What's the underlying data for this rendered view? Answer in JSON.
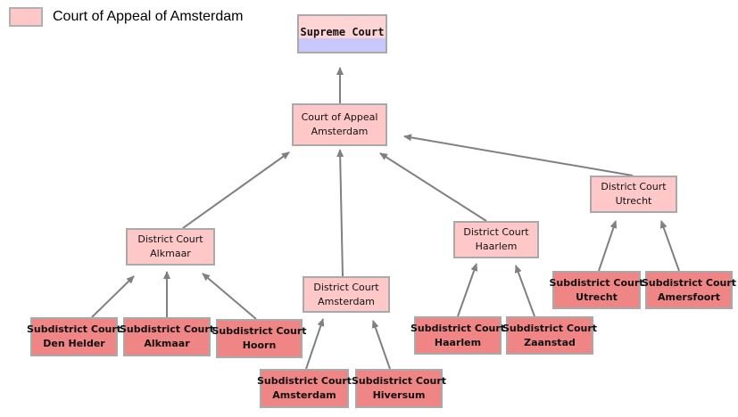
{
  "legend": {
    "label": "Court of Appeal of Amsterdam"
  },
  "nodes": {
    "supreme": {
      "line1": "Supreme Court",
      "line2": ""
    },
    "appeal": {
      "line1": "Court of Appeal",
      "line2": "Amsterdam"
    },
    "alkmaar": {
      "line1": "District Court",
      "line2": "Alkmaar"
    },
    "amsterdam": {
      "line1": "District Court",
      "line2": "Amsterdam"
    },
    "haarlem": {
      "line1": "District Court",
      "line2": "Haarlem"
    },
    "utrecht": {
      "line1": "District Court",
      "line2": "Utrecht"
    },
    "sub_denhelder": {
      "line1": "Subdistrict Court",
      "line2": "Den Helder"
    },
    "sub_alkmaar": {
      "line1": "Subdistrict Court",
      "line2": "Alkmaar"
    },
    "sub_hoorn": {
      "line1": "Subdistrict Court",
      "line2": "Hoorn"
    },
    "sub_amsterdam": {
      "line1": "Subdistrict Court",
      "line2": "Amsterdam"
    },
    "sub_hiversum": {
      "line1": "Subdistrict Court",
      "line2": "Hiversum"
    },
    "sub_haarlem": {
      "line1": "Subdistrict Court",
      "line2": "Haarlem"
    },
    "sub_zaanstad": {
      "line1": "Subdistrict Court",
      "line2": "Zaanstad"
    },
    "sub_utrecht": {
      "line1": "Subdistrict Court",
      "line2": "Utrecht"
    },
    "sub_amersfoort": {
      "line1": "Subdistrict Court",
      "line2": "Amersfoort"
    }
  },
  "colors": {
    "light_node": "#ffc8c8",
    "dark_node": "#f08585",
    "arrow": "#808080"
  }
}
